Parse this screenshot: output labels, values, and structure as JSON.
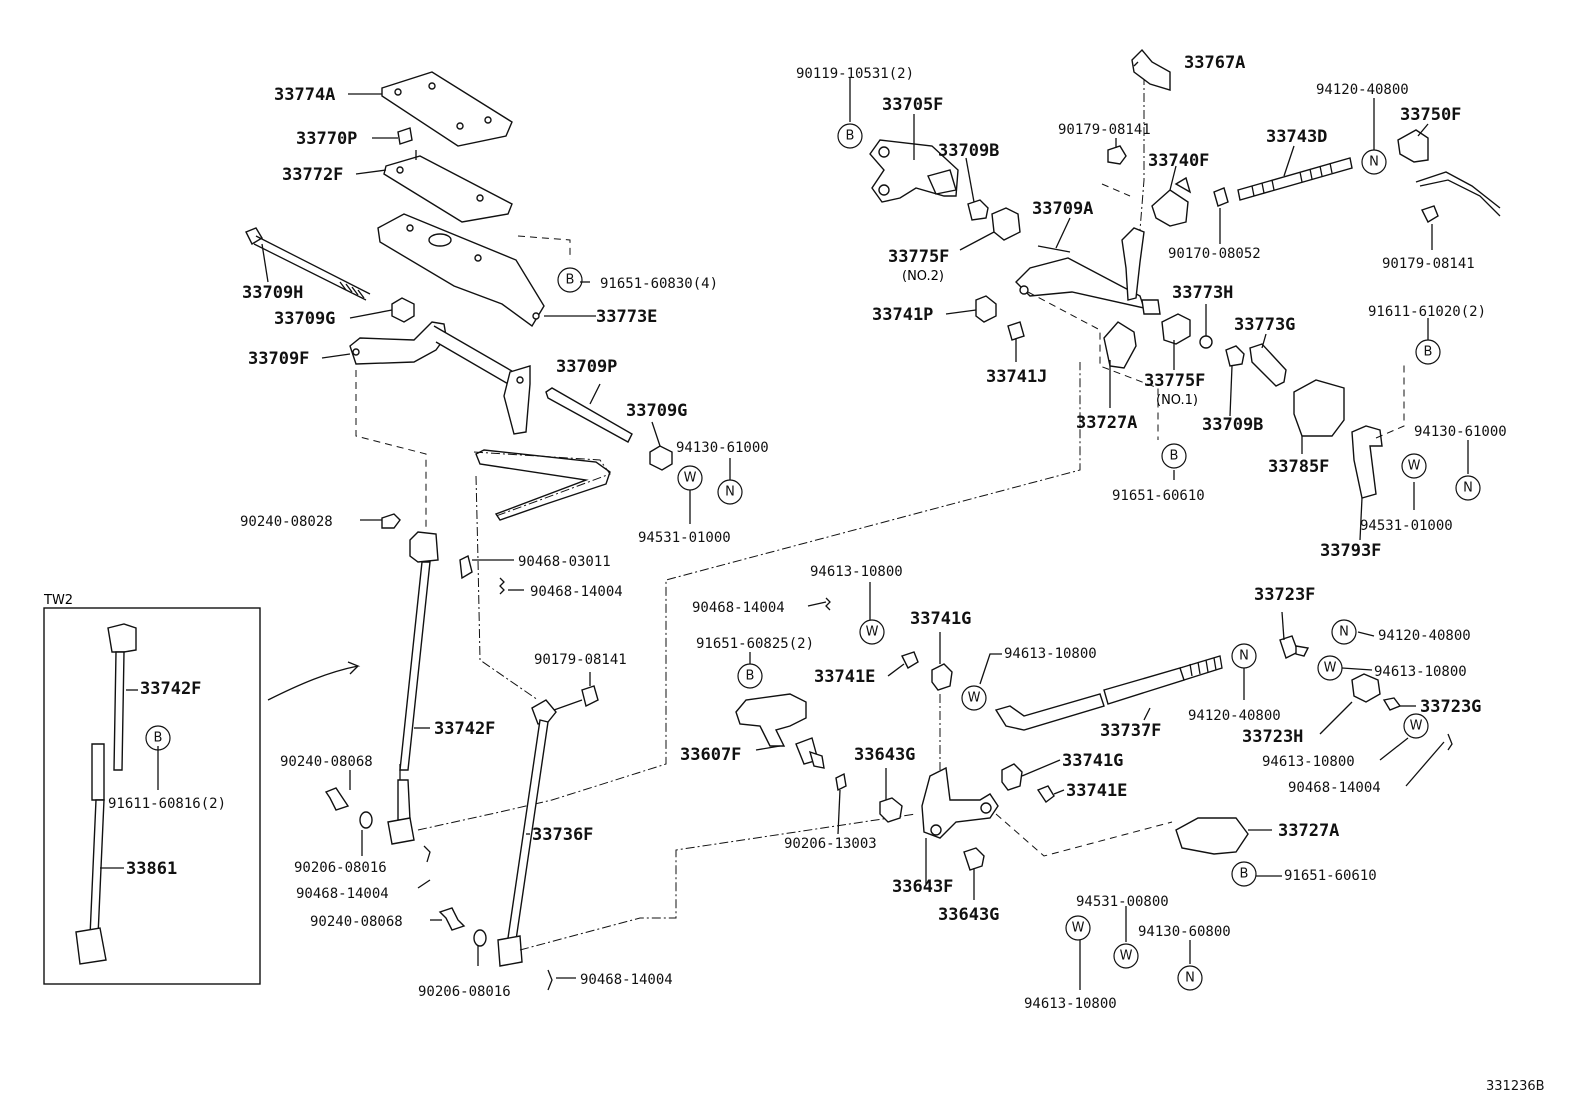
{
  "labels": {
    "p33774A": "33774A",
    "p33770P": "33770P",
    "p33772F": "33772F",
    "p33709H": "33709H",
    "p33709G_a": "33709G",
    "p33709F": "33709F",
    "p33773E": "33773E",
    "p91651_60830": "91651-60830(4)",
    "p33709P": "33709P",
    "p33709G_b": "33709G",
    "p94130_61000_a": "94130-61000",
    "p94531_01000_a": "94531-01000",
    "p90240_08028": "90240-08028",
    "p90468_03011": "90468-03011",
    "p90468_14004_a": "90468-14004",
    "tw2": "TW2",
    "p33742F_tw": "33742F",
    "p91611_60816": "91611-60816(2)",
    "p33861": "33861",
    "p33742F": "33742F",
    "p90240_08068_a": "90240-08068",
    "p90206_08016_a": "90206-08016",
    "p90468_14004_b": "90468-14004",
    "p90240_08068_b": "90240-08068",
    "p90206_08016_b": "90206-08016",
    "p90468_14004_c": "90468-14004",
    "p90179_08141_a": "90179-08141",
    "p33736F": "33736F",
    "p90119_10531": "90119-10531(2)",
    "p33705F": "33705F",
    "p33709B_a": "33709B",
    "p33775F_no2": "33775F",
    "no2": "(NO.2)",
    "p33709A": "33709A",
    "p33741P": "33741P",
    "p33741J": "33741J",
    "p33727A_a": "33727A",
    "p33775F_no1": "33775F",
    "no1": "(NO.1)",
    "p91651_60610_a": "91651-60610",
    "p33767A": "33767A",
    "p90179_08141_b": "90179-08141",
    "p33740F": "33740F",
    "p90170_08052": "90170-08052",
    "p33743D": "33743D",
    "p94120_40800_a": "94120-40800",
    "p33750F": "33750F",
    "p90179_08141_c": "90179-08141",
    "p33773H": "33773H",
    "p33773G": "33773G",
    "p33709B_b": "33709B",
    "p33785F": "33785F",
    "p91611_61020": "91611-61020(2)",
    "p94130_61000_b": "94130-61000",
    "p94531_01000_b": "94531-01000",
    "p33793F": "33793F",
    "p94613_10800_a": "94613-10800",
    "p90468_14004_d": "90468-14004",
    "p91651_60825": "91651-60825(2)",
    "p33741G_a": "33741G",
    "p33741E_a": "33741E",
    "p94613_10800_b": "94613-10800",
    "p33607F": "33607F",
    "p90206_13003": "90206-13003",
    "p33643G_a": "33643G",
    "p33643F": "33643F",
    "p33643G_b": "33643G",
    "p33741G_b": "33741G",
    "p33741E_b": "33741E",
    "p33737F": "33737F",
    "p94120_40800_b": "94120-40800",
    "p33723F": "33723F",
    "p94120_40800_c": "94120-40800",
    "p94613_10800_c": "94613-10800",
    "p33723G": "33723G",
    "p33723H": "33723H",
    "p94613_10800_d": "94613-10800",
    "p90468_14004_e": "90468-14004",
    "p33727A_b": "33727A",
    "p91651_60610_b": "91651-60610",
    "p94531_00800": "94531-00800",
    "p94130_60800": "94130-60800",
    "p94613_10800_e": "94613-10800",
    "code": "331236B"
  },
  "symbols": {
    "B": "B",
    "W": "W",
    "N": "N"
  }
}
